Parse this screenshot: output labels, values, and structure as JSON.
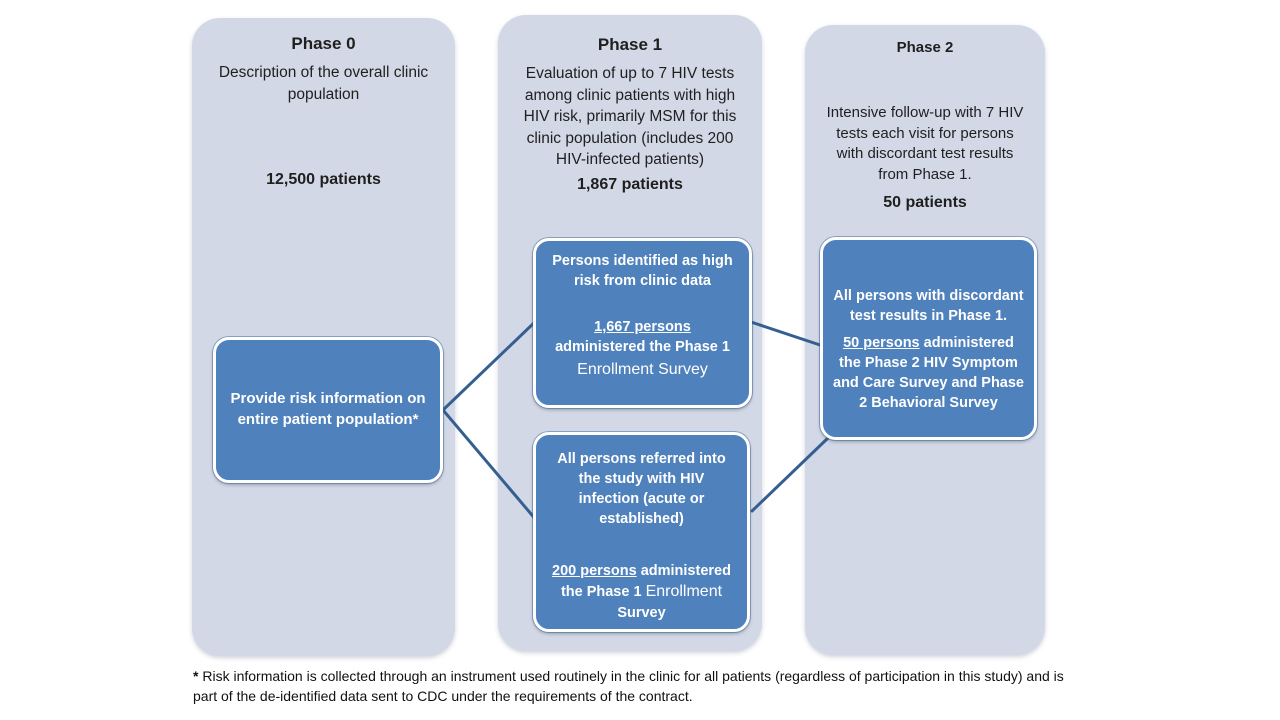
{
  "colors": {
    "column_bg": "#d2d8e6",
    "box_fill": "#4f81bd",
    "box_border": "#ffffff",
    "connector": "#365f91",
    "text_dark": "#1f1f1f",
    "text_light": "#ffffff"
  },
  "columns": [
    {
      "title": "Phase 0",
      "description": "Description of the overall clinic population",
      "count": "12,500 patients"
    },
    {
      "title": "Phase 1",
      "description": "Evaluation of up to 7 HIV tests among clinic patients with high HIV risk, primarily MSM for this clinic population (includes 200 HIV-infected patients)",
      "count": "1,867 patients"
    },
    {
      "title": "Phase 2",
      "description": "Intensive follow-up with 7 HIV tests each visit for persons with discordant test results from Phase 1.",
      "count": "50 patients"
    }
  ],
  "boxes": {
    "phase0": {
      "text": "Provide risk information on entire patient population*"
    },
    "phase1_upper": {
      "heading": "Persons identified as high risk from clinic data",
      "count": "1,667 persons",
      "line2": "administered the Phase 1",
      "line3": "Enrollment Survey"
    },
    "phase1_lower": {
      "heading": "All persons  referred into the study  with HIV infection (acute or established)",
      "count": "200 persons",
      "line2": " administered the Phase 1 ",
      "line3": "Enrollment",
      "line4": "Survey"
    },
    "phase2": {
      "heading": "All persons with discordant test results in Phase 1.",
      "count": "50 persons",
      "line2": " administered the Phase 2 HIV Symptom and Care Survey and Phase 2 Behavioral Survey"
    }
  },
  "footnote": {
    "marker": "* ",
    "text": "Risk information is collected through an instrument used routinely in the clinic for all patients (regardless of participation in this study) and is part of the de-identified data sent to CDC under the requirements of the contract."
  }
}
